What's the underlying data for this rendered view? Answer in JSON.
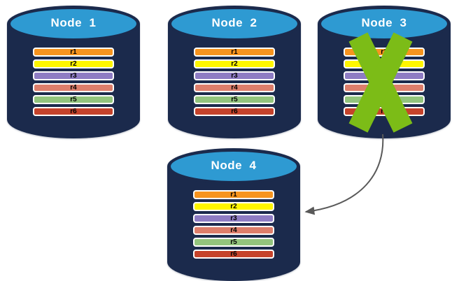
{
  "nodes": [
    {
      "label": "Node  1",
      "failed": false,
      "records": [
        {
          "label": "r1",
          "color": "#F7941E"
        },
        {
          "label": "r2",
          "color": "#FFF600"
        },
        {
          "label": "r3",
          "color": "#8E7CC3"
        },
        {
          "label": "r4",
          "color": "#DD7E6B"
        },
        {
          "label": "r5",
          "color": "#93C47D"
        },
        {
          "label": "r6",
          "color": "#C5432B"
        }
      ]
    },
    {
      "label": "Node  2",
      "failed": false,
      "records": [
        {
          "label": "r1",
          "color": "#F7941E"
        },
        {
          "label": "r2",
          "color": "#FFF600"
        },
        {
          "label": "r3",
          "color": "#8E7CC3"
        },
        {
          "label": "r4",
          "color": "#DD7E6B"
        },
        {
          "label": "r5",
          "color": "#93C47D"
        },
        {
          "label": "r6",
          "color": "#C5432B"
        }
      ]
    },
    {
      "label": "Node  3",
      "failed": true,
      "records": [
        {
          "label": "r1",
          "color": "#F7941E"
        },
        {
          "label": "r2",
          "color": "#FFF600"
        },
        {
          "label": "r3",
          "color": "#8E7CC3"
        },
        {
          "label": "r4",
          "color": "#DD7E6B"
        },
        {
          "label": "r5",
          "color": "#93C47D"
        },
        {
          "label": "r6",
          "color": "#C5432B"
        }
      ]
    },
    {
      "label": "Node  4",
      "failed": false,
      "records": [
        {
          "label": "r1",
          "color": "#F7941E"
        },
        {
          "label": "r2",
          "color": "#FFF600"
        },
        {
          "label": "r3",
          "color": "#8E7CC3"
        },
        {
          "label": "r4",
          "color": "#DD7E6B"
        },
        {
          "label": "r5",
          "color": "#93C47D"
        },
        {
          "label": "r6",
          "color": "#C5432B"
        }
      ]
    }
  ],
  "failure_mark": {
    "shape": "x-cross",
    "color": "#7CBC17",
    "on_node": "Node  3"
  },
  "arrow": {
    "from": "Node  3",
    "to": "Node  4",
    "color": "#595959",
    "style": "curved"
  },
  "colors": {
    "cylinder_body": "#1B2A4C",
    "cylinder_top": "#2E9AD2",
    "bar_border": "#FFFFFF",
    "bar_text": "#000000",
    "node_label_text": "#FFFFFF",
    "background": "#FFFFFF"
  }
}
